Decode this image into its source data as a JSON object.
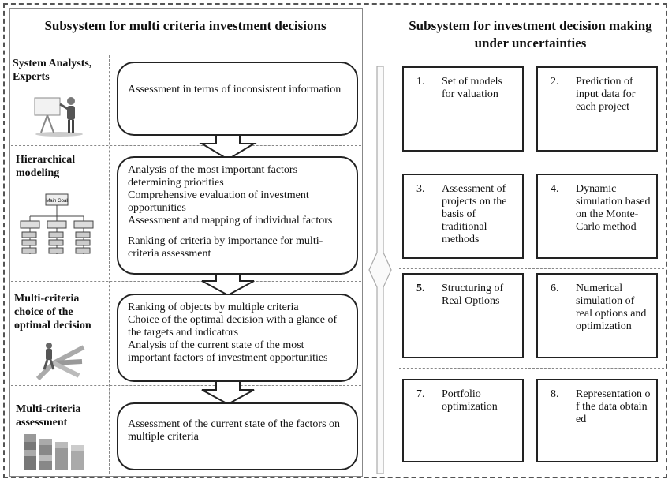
{
  "left": {
    "title": "Subsystem for multi criteria investment decisions",
    "rows": [
      {
        "label": "System Analysts, Experts",
        "items": [
          "Assessment in terms of inconsistent information"
        ]
      },
      {
        "label": "Hierarchical modeling",
        "items": [
          "Analysis of the most important factors determining priorities",
          "Comprehensive evaluation of investment opportunities",
          "Assessment and mapping of individual factors",
          "Ranking of criteria by importance for multi-criteria assessment"
        ]
      },
      {
        "label": "Multi-criteria choice of the optimal decision",
        "items": [
          "Ranking of objects by multiple criteria",
          "Choice of the optimal decision with a glance of the targets and indicators",
          "Analysis of the current state of the most important factors of investment opportunities"
        ]
      },
      {
        "label": "Multi-criteria assessment",
        "items": [
          "Assessment of the current state of the factors on multiple criteria"
        ]
      }
    ],
    "hier_goal": "Main Goal"
  },
  "right": {
    "title": "Subsystem for investment decision making under uncertainties",
    "boxes": [
      {
        "num": "1.",
        "text": "Set of models for valuation"
      },
      {
        "num": "2.",
        "text": "Prediction of input data for each project"
      },
      {
        "num": "3.",
        "text": "Assessment of projects on the basis of traditional methods"
      },
      {
        "num": "4.",
        "text": "Dynamic simulation based on the Monte-Carlo method"
      },
      {
        "num": "5.",
        "text": "Structuring of Real Options"
      },
      {
        "num": "6.",
        "text": "Numerical simulation of real options and optimization"
      },
      {
        "num": "7.",
        "text": "Portfolio optimization"
      },
      {
        "num": "8.",
        "text": "Representation of the data obtained"
      }
    ]
  }
}
